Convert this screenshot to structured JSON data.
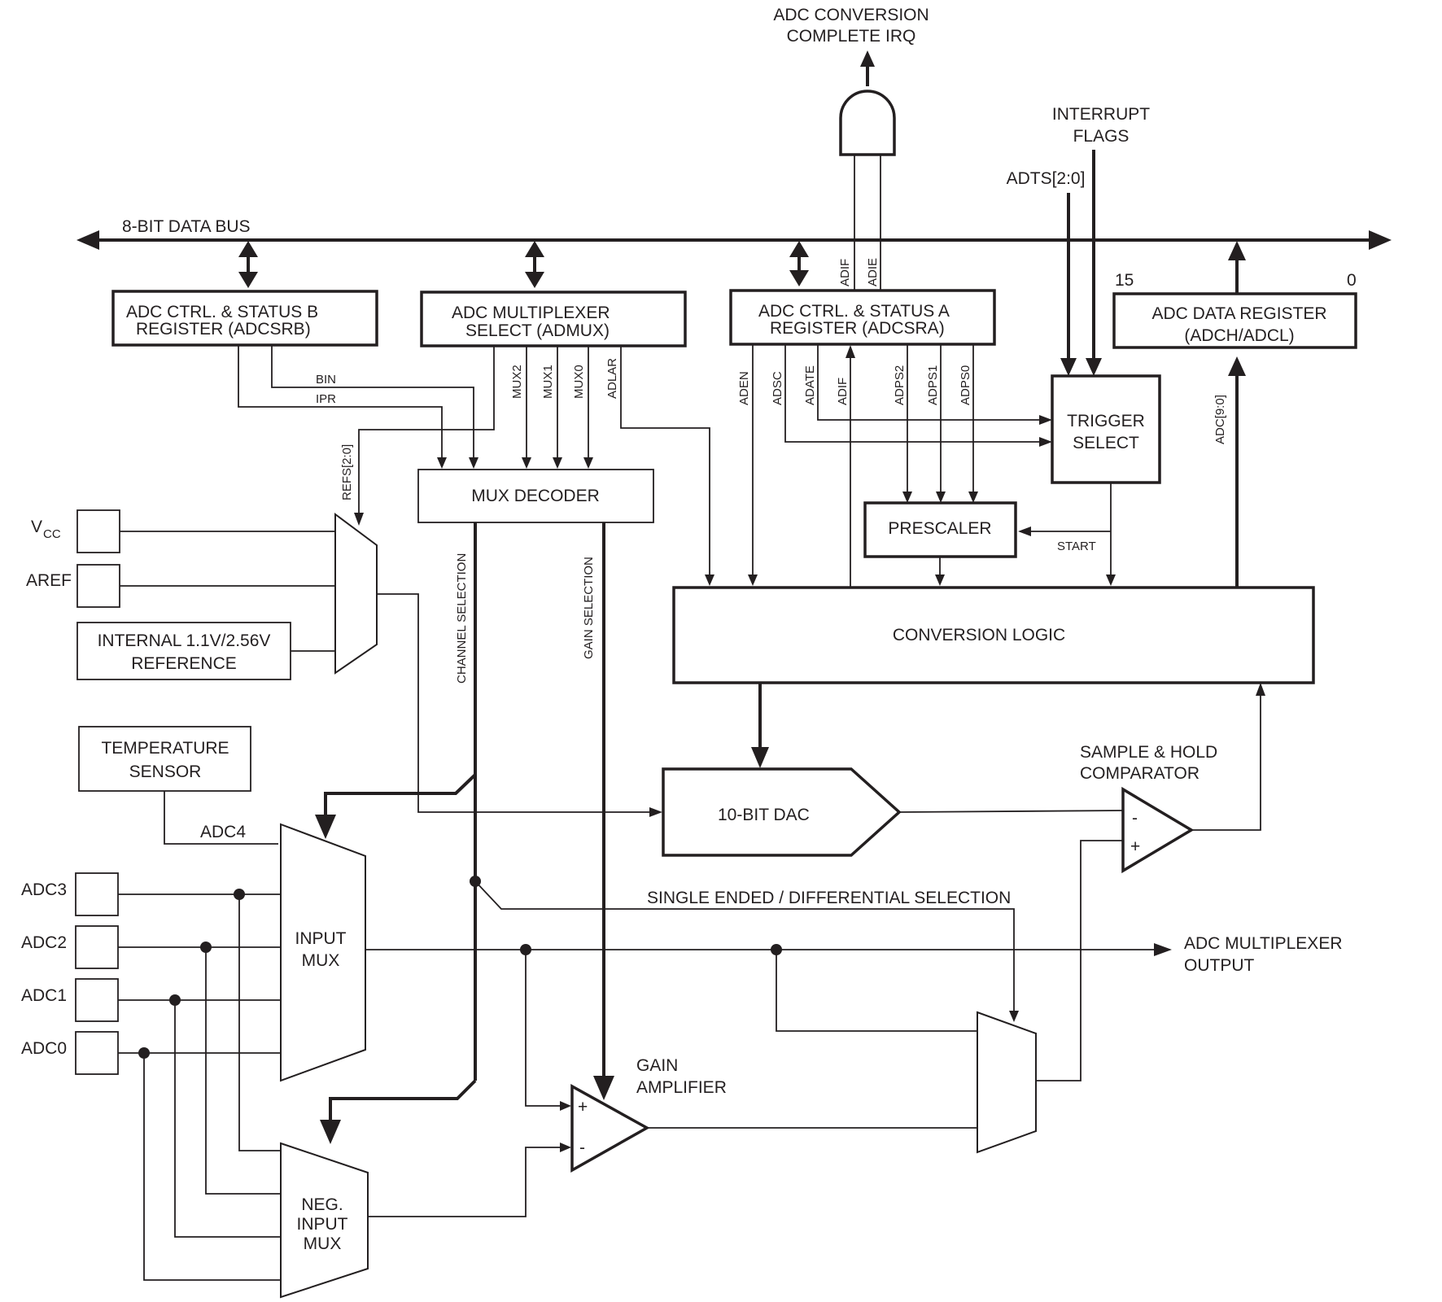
{
  "diagram": {
    "irq_label_line1": "ADC CONVERSION",
    "irq_label_line2": "COMPLETE IRQ",
    "interrupt_flags_line1": "INTERRUPT",
    "interrupt_flags_line2": "FLAGS",
    "adts": "ADTS[2:0]",
    "data_bus": "8-BIT DATA BUS",
    "adif_top": "ADIF",
    "adie_top": "ADIE",
    "bit15": "15",
    "bit0": "0",
    "adcsrb_line1": "ADC CTRL. & STATUS B",
    "adcsrb_line2": "REGISTER (ADCSRB)",
    "admux_line1": "ADC MULTIPLEXER",
    "admux_line2": "SELECT (ADMUX)",
    "adcsra_line1": "ADC CTRL. & STATUS A",
    "adcsra_line2": "REGISTER (ADCSRA)",
    "data_reg_line1": "ADC DATA REGISTER",
    "data_reg_line2": "(ADCH/ADCL)",
    "bin": "BIN",
    "ipr": "IPR",
    "mux2": "MUX2",
    "mux1": "MUX1",
    "mux0": "MUX0",
    "adlar": "ADLAR",
    "aden": "ADEN",
    "adsc": "ADSC",
    "adate": "ADATE",
    "adif": "ADIF",
    "adps2": "ADPS2",
    "adps1": "ADPS1",
    "adps0": "ADPS0",
    "adc_bits": "ADC[9:0]",
    "refs": "REFS[2:0]",
    "trigger_line1": "TRIGGER",
    "trigger_line2": "SELECT",
    "mux_decoder": "MUX DECODER",
    "prescaler": "PRESCALER",
    "start": "START",
    "vcc": "V",
    "vcc_sub": "CC",
    "aref": "AREF",
    "internal_ref_line1": "INTERNAL 1.1V/2.56V",
    "internal_ref_line2": "REFERENCE",
    "channel_selection": "CHANNEL SELECTION",
    "gain_selection": "GAIN SELECTION",
    "conversion_logic": "CONVERSION LOGIC",
    "temp_line1": "TEMPERATURE",
    "temp_line2": "SENSOR",
    "adc4": "ADC4",
    "dac": "10-BIT DAC",
    "sh_line1": "SAMPLE & HOLD",
    "sh_line2": "COMPARATOR",
    "comp_minus": "-",
    "comp_plus": "+",
    "adc3": "ADC3",
    "adc2": "ADC2",
    "adc1": "ADC1",
    "adc0": "ADC0",
    "input_mux_line1": "INPUT",
    "input_mux_line2": "MUX",
    "sedi": "SINGLE ENDED / DIFFERENTIAL SELECTION",
    "mux_out_line1": "ADC MULTIPLEXER",
    "mux_out_line2": "OUTPUT",
    "gain_amp_line1": "GAIN",
    "gain_amp_line2": "AMPLIFIER",
    "amp_plus": "+",
    "amp_minus": "-",
    "neg_line1": "NEG.",
    "neg_line2": "INPUT",
    "neg_line3": "MUX"
  }
}
